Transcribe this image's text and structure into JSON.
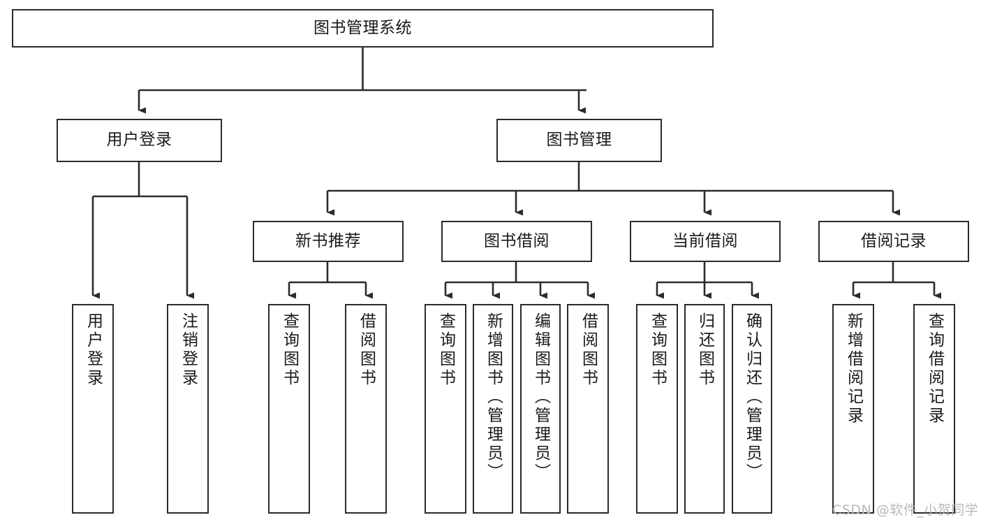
{
  "diagram": {
    "type": "tree-hierarchy",
    "title": "图书管理系统",
    "orientation": "top-down",
    "colors": {
      "node_border": "#2b2b2b",
      "node_fill": "#ffffff",
      "connector": "#2b2b2b",
      "text": "#1a1a1a",
      "watermark": "#b9b9b9",
      "background": "#ffffff"
    },
    "levels": {
      "root": {
        "label": "图书管理系统"
      },
      "level2": [
        {
          "id": "user-login",
          "label": "用户登录"
        },
        {
          "id": "book-management",
          "label": "图书管理"
        }
      ],
      "level3": [
        {
          "id": "new-book-recommend",
          "label": "新书推荐",
          "parent": "book-management"
        },
        {
          "id": "book-borrow",
          "label": "图书借阅",
          "parent": "book-management"
        },
        {
          "id": "current-borrow",
          "label": "当前借阅",
          "parent": "book-management"
        },
        {
          "id": "borrow-record",
          "label": "借阅记录",
          "parent": "book-management"
        }
      ],
      "leaves": [
        {
          "id": "leaf-user-login",
          "label": "用户登录",
          "parent": "user-login"
        },
        {
          "id": "leaf-logout-login",
          "label": "注销登录",
          "parent": "user-login"
        },
        {
          "id": "leaf-query-book-1",
          "label": "查询图书",
          "parent": "new-book-recommend"
        },
        {
          "id": "leaf-borrow-book-1",
          "label": "借阅图书",
          "parent": "new-book-recommend"
        },
        {
          "id": "leaf-query-book-2",
          "label": "查询图书",
          "parent": "book-borrow"
        },
        {
          "id": "leaf-add-book",
          "label": "新增图书（管理员）",
          "parent": "book-borrow"
        },
        {
          "id": "leaf-edit-book",
          "label": "编辑图书（管理员）",
          "parent": "book-borrow"
        },
        {
          "id": "leaf-borrow-book-2",
          "label": "借阅图书",
          "parent": "book-borrow"
        },
        {
          "id": "leaf-query-book-3",
          "label": "查询图书",
          "parent": "current-borrow"
        },
        {
          "id": "leaf-return-book",
          "label": "归还图书",
          "parent": "current-borrow"
        },
        {
          "id": "leaf-confirm-return",
          "label": "确认归还（管理员）",
          "parent": "current-borrow"
        },
        {
          "id": "leaf-add-record",
          "label": "新增借阅记录",
          "parent": "borrow-record"
        },
        {
          "id": "leaf-query-record",
          "label": "查询借阅记录",
          "parent": "borrow-record"
        }
      ]
    },
    "watermark": "CSDN @软件_小贺同学"
  }
}
